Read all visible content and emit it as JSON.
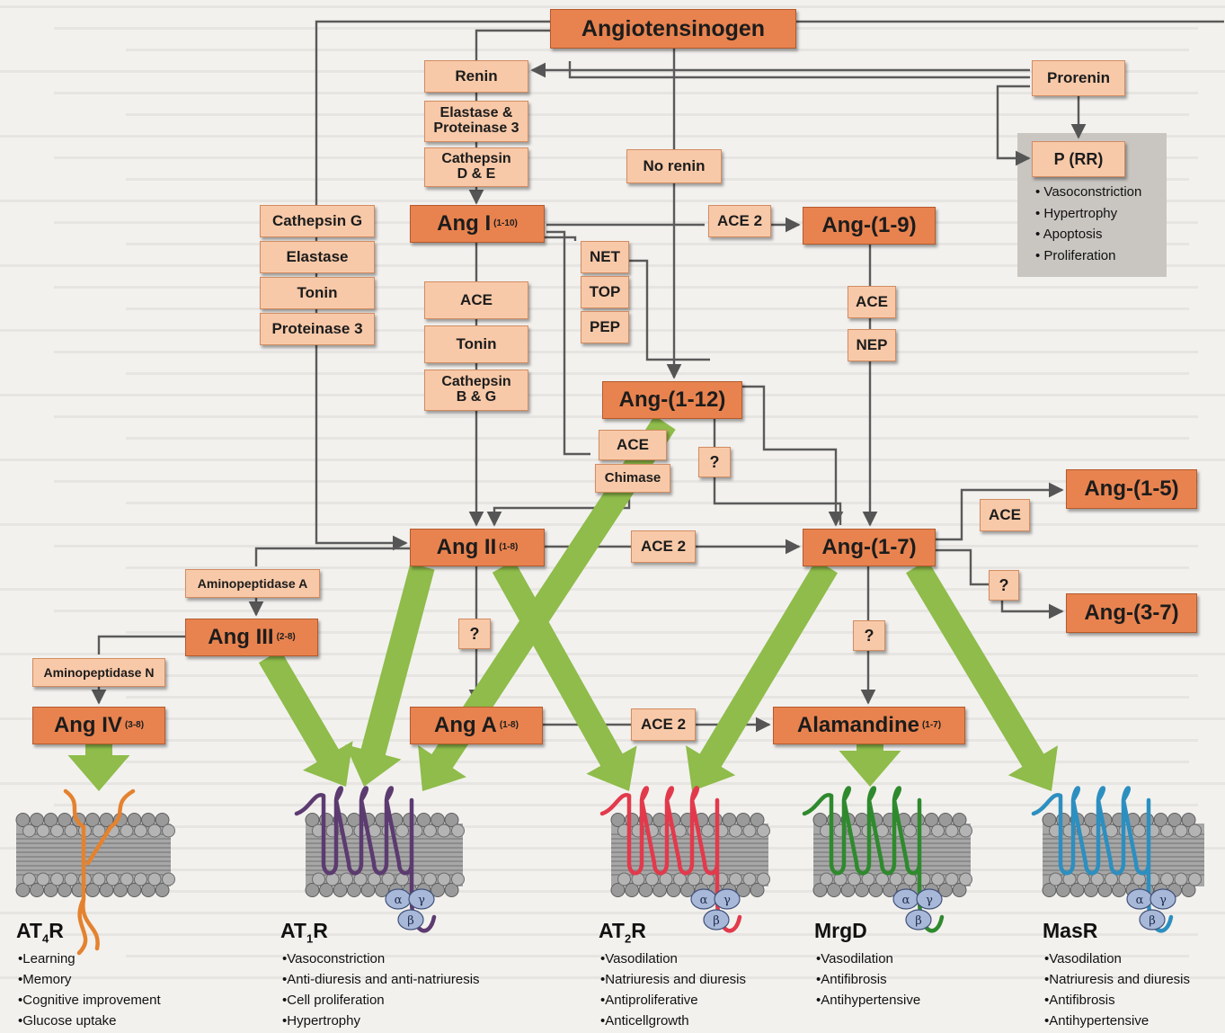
{
  "nodes": {
    "angiotensinogen": "Angiotensinogen",
    "renin": "Renin",
    "elastase_proteinase3": [
      "Elastase &",
      "Proteinase 3"
    ],
    "cathepsin_de": [
      "Cathepsin",
      "D & E"
    ],
    "prorenin": "Prorenin",
    "prr": "P (RR)",
    "no_renin": "No renin",
    "cathepsin_g": "Cathepsin G",
    "elastase": "Elastase",
    "tonin_left": "Tonin",
    "proteinase3": "Proteinase 3",
    "ang_i": "Ang I",
    "ang_i_sub": "(1-10)",
    "ace2_top": "ACE 2",
    "ang_1_9": "Ang-(1-9)",
    "net": "NET",
    "top": "TOP",
    "pep": "PEP",
    "ace_mid": "ACE",
    "tonin_mid": "Tonin",
    "cathepsin_bg": [
      "Cathepsin",
      "B & G"
    ],
    "ace_right": "ACE",
    "nep": "NEP",
    "ang_1_12": "Ang-(1-12)",
    "ace_small": "ACE",
    "chimase": "Chimase",
    "q1": "?",
    "ang_ii": "Ang II",
    "ang_ii_sub": "(1-8)",
    "ace2_mid": "ACE 2",
    "ang_1_7": "Ang-(1-7)",
    "ace_1_5": "ACE",
    "ang_1_5": "Ang-(1-5)",
    "q_3_7": "?",
    "ang_3_7": "Ang-(3-7)",
    "aminopeptidase_a": "Aminopeptidase A",
    "ang_iii": "Ang III",
    "ang_iii_sub": "(2-8)",
    "aminopeptidase_n": "Aminopeptidase N",
    "ang_iv": "Ang IV",
    "ang_iv_sub": "(3-8)",
    "q2": "?",
    "q3": "?",
    "ang_a": "Ang A",
    "ang_a_sub": "(1-8)",
    "ace2_bottom": "ACE 2",
    "alamandine": "Alamandine",
    "alamandine_sub": "(1-7)"
  },
  "prr_effects": [
    "Vasoconstriction",
    "Hypertrophy",
    "Apoptosis",
    "Proliferation"
  ],
  "receptors": [
    {
      "name": "AT",
      "sub": "4",
      "suffix": "R",
      "color": "#e4822f",
      "effects": [
        "Learning",
        "Memory",
        "Cognitive improvement",
        "Glucose uptake"
      ]
    },
    {
      "name": "AT",
      "sub": "1",
      "suffix": "R",
      "color": "#5c3b70",
      "effects": [
        "Vasoconstriction",
        "Anti-diuresis and anti-natriuresis",
        "Cell proliferation",
        "Hypertrophy"
      ]
    },
    {
      "name": "AT",
      "sub": "2",
      "suffix": "R",
      "color": "#e23a4c",
      "effects": [
        "Vasodilation",
        "Natriuresis and diuresis",
        "Antiproliferative",
        "Anticellgrowth"
      ]
    },
    {
      "name": "MrgD",
      "sub": "",
      "suffix": "",
      "color": "#2f8a2e",
      "effects": [
        "Vasodilation",
        "Antifibrosis",
        "Antihypertensive"
      ]
    },
    {
      "name": "MasR",
      "sub": "",
      "suffix": "",
      "color": "#2d8fc0",
      "effects": [
        "Vasodilation",
        "Natriuresis and diuresis",
        "Antifibrosis",
        "Antihypertensive"
      ]
    }
  ],
  "g_protein_labels": [
    "α",
    "γ",
    "β"
  ],
  "colors": {
    "node_light": "#f8c9a8",
    "node_dark": "#e8834f",
    "green_arrow": "#8fbc4a",
    "line": "#555555",
    "panel": "#c9c6c2"
  }
}
